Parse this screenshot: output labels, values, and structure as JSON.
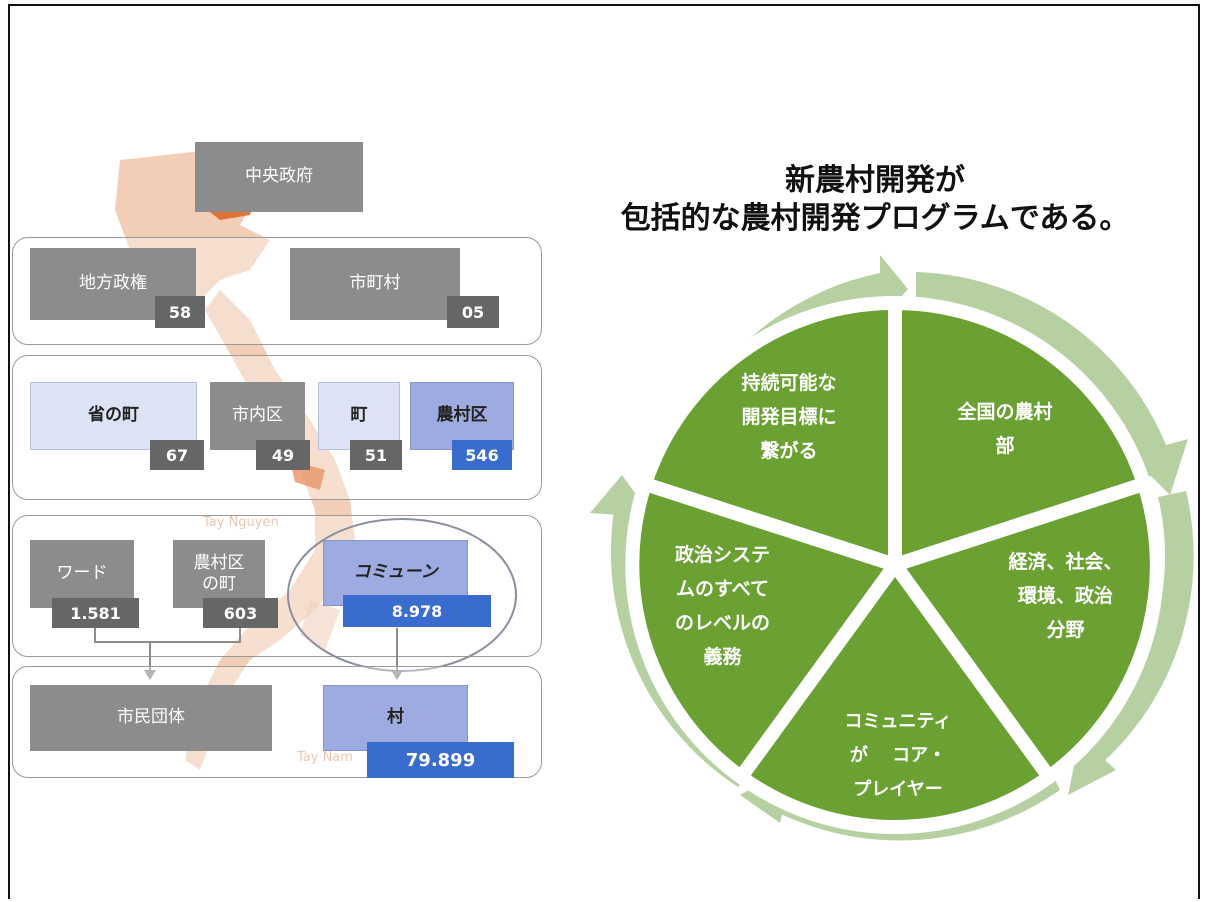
{
  "org_chart": {
    "central": "中央政府",
    "provincial": {
      "label": "地方政権",
      "count": "58"
    },
    "municipal": {
      "label": "市町村",
      "count": "05"
    },
    "row2": [
      {
        "label": "省の町",
        "count": "67"
      },
      {
        "label": "市内区",
        "count": "49"
      },
      {
        "label": "町",
        "count": "51"
      },
      {
        "label": "農村区",
        "count": "546"
      }
    ],
    "ward": {
      "label": "ワード",
      "count": "1.581"
    },
    "rural_town": {
      "line1": "農村区",
      "line2": "の町",
      "count": "603"
    },
    "commune": {
      "label": "コミューン",
      "count": "8.978"
    },
    "civil_group": "市民団体",
    "village": {
      "label": "村",
      "count": "79.899"
    }
  },
  "map_labels": {
    "tay_nguyen": "Tay Nguyen",
    "tay_nam": "Tay Nam"
  },
  "cycle": {
    "title_line1": "新農村開発が",
    "title_line2": "包括的な農村開発プログラムである。",
    "segments": [
      {
        "lines": [
          "持続可能な",
          "開発目標に",
          "繋がる"
        ]
      },
      {
        "lines": [
          "全国の農村",
          "部"
        ]
      },
      {
        "lines": [
          "経済、社会、",
          "環境、政治",
          "分野"
        ]
      },
      {
        "lines": [
          "コミュニティ",
          "が　 コア・",
          "プレイヤー"
        ]
      },
      {
        "lines": [
          "政治システ",
          "ムのすべて",
          "のレベルの",
          "義務"
        ]
      }
    ]
  },
  "colors": {
    "green": "#6aa132",
    "arrow": "#b7d0a2",
    "gray_box": "#8c8c8c",
    "blue_count": "#3a6cd0",
    "map": "#e08a55"
  }
}
